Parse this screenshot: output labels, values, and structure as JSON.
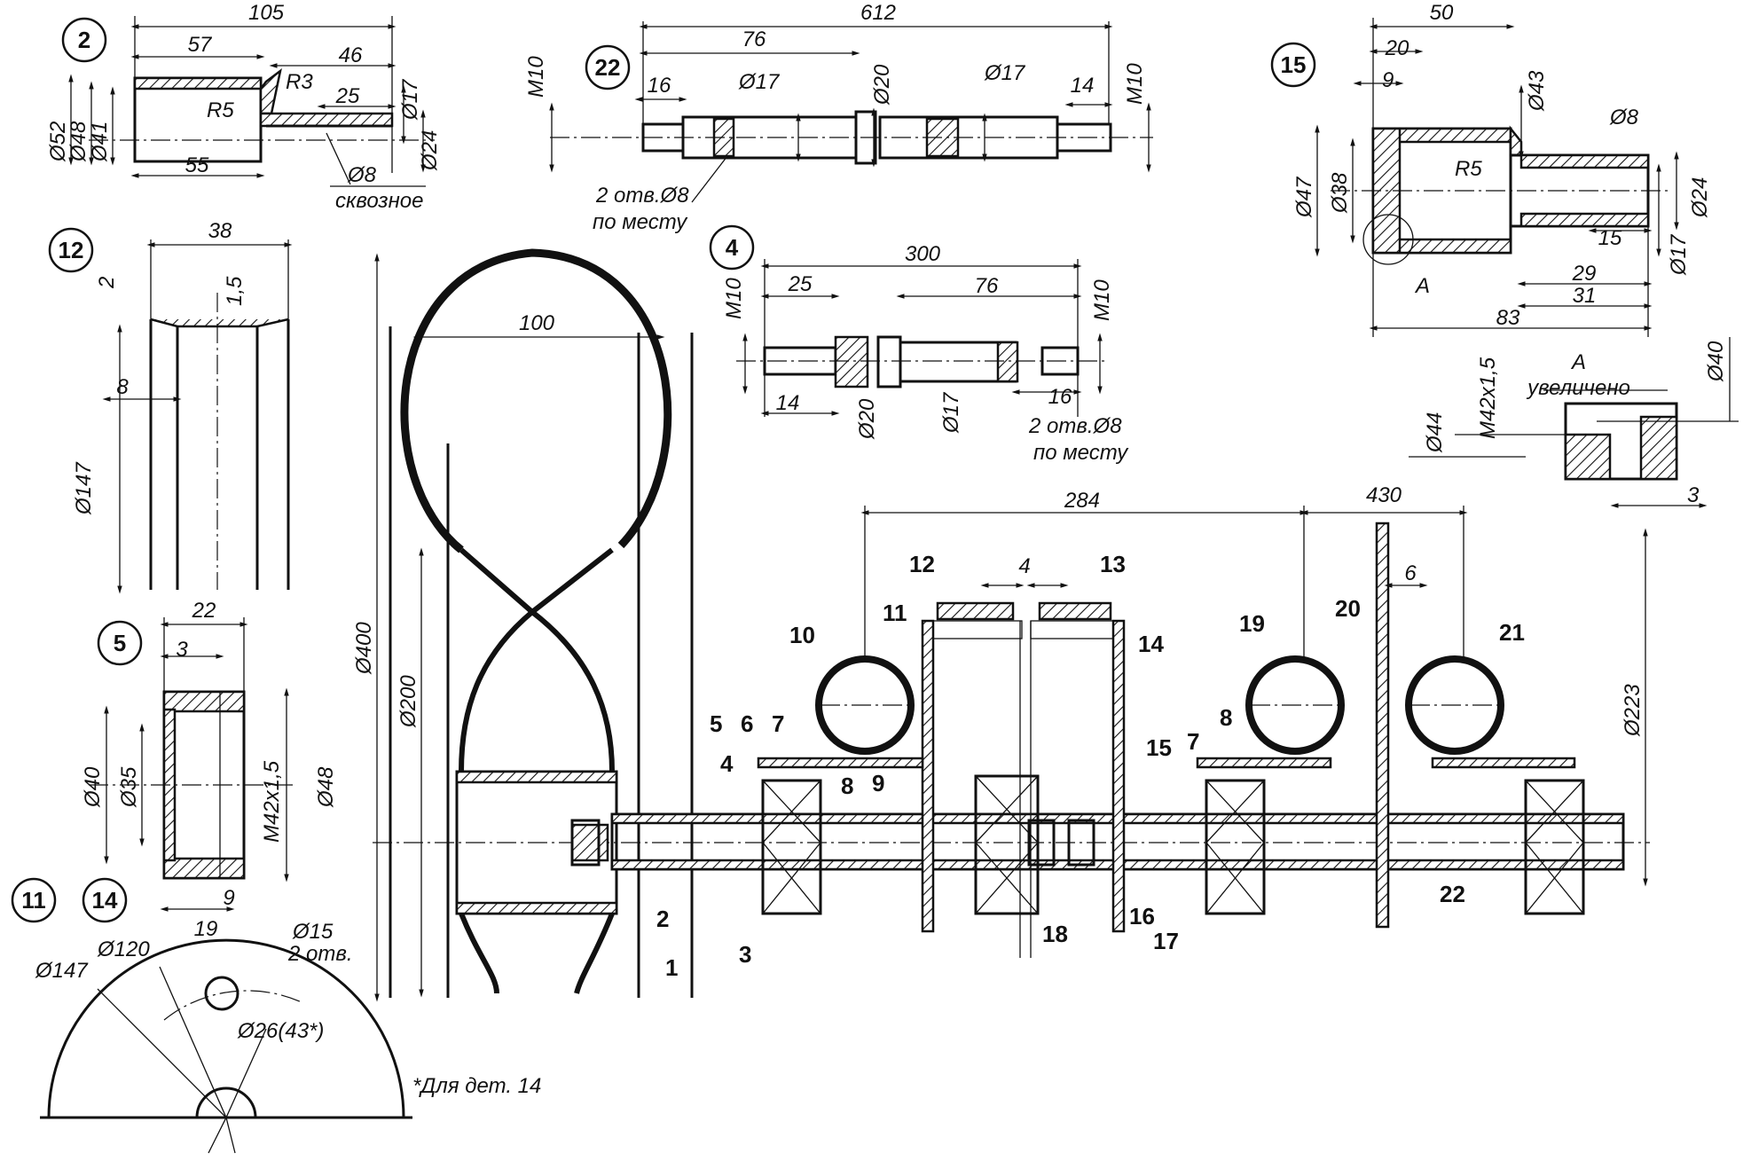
{
  "parts": {
    "p2": {
      "callout": "2",
      "dims": [
        "105",
        "57",
        "46",
        "R3",
        "R5",
        "25",
        "Ø52",
        "Ø48",
        "Ø41",
        "55",
        "Ø17",
        "Ø24",
        "Ø8",
        "сквозное"
      ]
    },
    "p22": {
      "callout": "22",
      "dims": [
        "612",
        "76",
        "M10",
        "16",
        "Ø17",
        "Ø20",
        "Ø17",
        "14",
        "M10",
        "2 отв.Ø8",
        "по месту"
      ]
    },
    "p15": {
      "callout": "15",
      "dims": [
        "50",
        "20",
        "9",
        "Ø43",
        "Ø8",
        "R5",
        "Ø47",
        "Ø38",
        "Ø24",
        "15",
        "Ø17",
        "29",
        "31",
        "A",
        "83"
      ]
    },
    "p12": {
      "callout": "12",
      "dims": [
        "38",
        "2",
        "1,5",
        "8",
        "Ø147"
      ]
    },
    "p4": {
      "callout": "4",
      "dims": [
        "300",
        "25",
        "76",
        "M10",
        "M10",
        "14",
        "Ø20",
        "Ø17",
        "16",
        "2 отв.Ø8",
        "по месту"
      ]
    },
    "detailA": {
      "dims": [
        "Ø40",
        "A",
        "увеличено",
        "M42x1,5",
        "Ø44",
        "3"
      ]
    },
    "p5": {
      "callout": "5",
      "dims": [
        "22",
        "3",
        "Ø40",
        "Ø35",
        "M42x1,5",
        "Ø48",
        "9",
        "19"
      ]
    },
    "p11_14": {
      "callouts": [
        "11",
        "14"
      ],
      "dims": [
        "Ø15",
        "2 отв.",
        "Ø120",
        "Ø147",
        "Ø26(43*)"
      ],
      "footnote": "*Для дет. 14"
    },
    "assembly": {
      "dims": [
        "Ø400",
        "100",
        "Ø200",
        "284",
        "430",
        "4",
        "6",
        "Ø223"
      ],
      "labels": [
        "1",
        "2",
        "3",
        "4",
        "5",
        "6",
        "7",
        "8",
        "9",
        "10",
        "11",
        "12",
        "13",
        "14",
        "15",
        "7",
        "8",
        "16",
        "17",
        "18",
        "19",
        "20",
        "21",
        "22"
      ]
    }
  }
}
